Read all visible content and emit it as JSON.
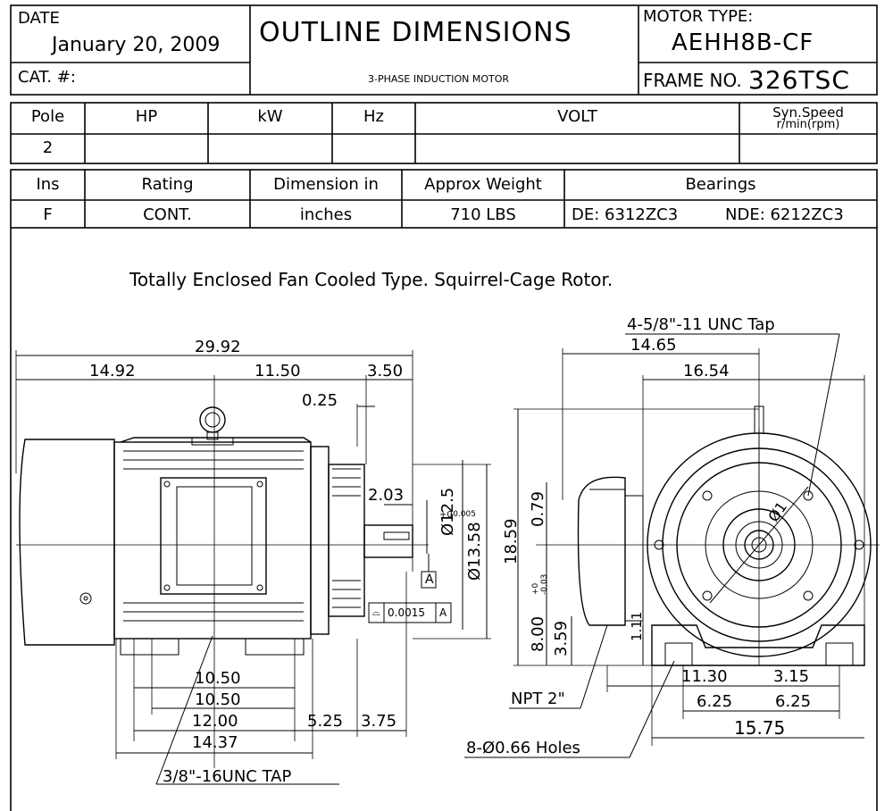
{
  "header": {
    "date_label": "DATE",
    "date_value": "January 20, 2009",
    "cat_label": "CAT. #:",
    "title": "OUTLINE DIMENSIONS",
    "subtitle": "3-PHASE INDUCTION MOTOR",
    "motor_type_label": "MOTOR TYPE:",
    "motor_type_value": "AEHH8B-CF",
    "frame_label": "FRAME NO.",
    "frame_value": "326TSC"
  },
  "spec_table_1": {
    "headers": [
      "Pole",
      "HP",
      "kW",
      "Hz",
      "VOLT",
      "Syn.Speed",
      "r/min(rpm)"
    ],
    "values": [
      "2",
      "",
      "",
      "",
      "",
      ""
    ]
  },
  "spec_table_2": {
    "headers": [
      "Ins",
      "Rating",
      "Dimension in",
      "Approx Weight",
      "Bearings"
    ],
    "values": [
      "F",
      "CONT.",
      "inches",
      "710 LBS",
      "DE: 6312ZC3",
      "NDE: 6212ZC3"
    ]
  },
  "description": "Totally Enclosed Fan Cooled Type. Squirrel-Cage Rotor.",
  "side_view": {
    "overall": "29.92",
    "d1": "14.92",
    "d2": "11.50",
    "d3": "3.50",
    "d4": "0.25",
    "d5": "2.03",
    "tol_plus": "+0",
    "tol_minus": "-0.005",
    "shaft_dia": "Ø12.5",
    "flange_dia": "Ø13.58",
    "datum": "A",
    "fcf_sym": "⌓",
    "fcf_tol": "0.0015",
    "fcf_datum": "A",
    "b1": "10.50",
    "b2": "10.50",
    "b3": "12.00",
    "b4": "14.37",
    "b5": "5.25",
    "b6": "3.75",
    "tap": "3/8\"-16UNC TAP"
  },
  "end_view": {
    "tap": "4-5/8\"-11 UNC Tap",
    "d1": "14.65",
    "d2": "16.54",
    "h_total": "18.59",
    "h_key": "0.79",
    "h_shaft": "8.00",
    "h_tol_plus": "+0",
    "h_tol_minus": "-0.03",
    "h_foot": "3.59",
    "h_small": "1.11",
    "circle_dia": "Ø1",
    "npt": "NPT 2\"",
    "w1": "11.30",
    "w2": "3.15",
    "w3": "6.25",
    "w4": "6.25",
    "w5": "15.75",
    "holes": "8-Ø0.66 Holes"
  }
}
